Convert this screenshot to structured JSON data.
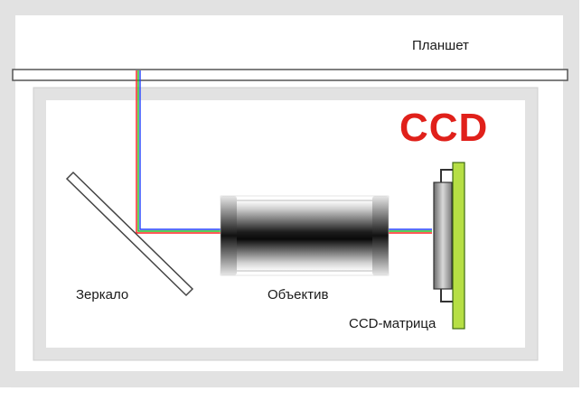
{
  "labels": {
    "tablet": "Планшет",
    "mirror": "Зеркало",
    "lens": "Объектив",
    "ccd_matrix": "CCD-матрица",
    "ccd_title": "CCD"
  },
  "colors": {
    "ccd_title": "#e0201a",
    "frame": "#e2e2e2",
    "beam_red": "#ff2020",
    "beam_green": "#20c020",
    "beam_blue": "#2040ff",
    "pcb": "#b6df44"
  },
  "icons": [
    "flatbed-glass-icon",
    "mirror-icon",
    "lens-icon",
    "ccd-sensor-icon",
    "light-beam-icon"
  ]
}
